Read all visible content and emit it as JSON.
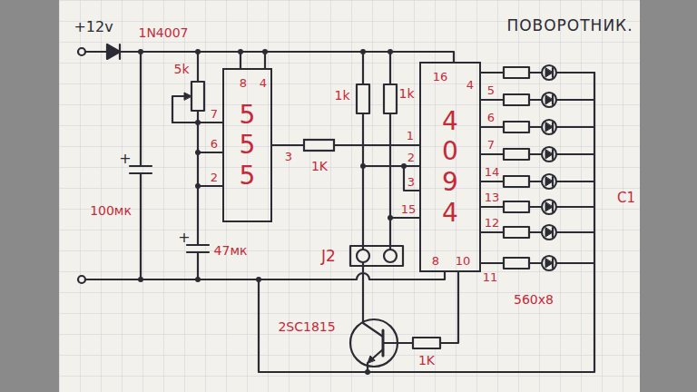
{
  "diagram": {
    "title": "ПОВОРОТНИК.",
    "nodes": [
      {
        "text": [
          "5 5 5"
        ]
      },
      {
        "text": [
          "4 0 9 4"
        ]
      }
    ],
    "edges": [
      {
        "from": 0,
        "to": 1,
        "arrow": "none"
      }
    ],
    "labels": [
      "+12v",
      "1N4007",
      "5k",
      "8",
      "4",
      "1k",
      "1k",
      "16",
      "4",
      "5",
      "7",
      "6",
      "1",
      "+",
      "6",
      "3",
      "1K",
      "2",
      "7",
      "2",
      "3",
      "14",
      "100мк",
      "15",
      "13",
      "C1",
      "12",
      "+",
      "47мк",
      "J2",
      "10",
      "8",
      "11",
      "560x8",
      "2SC1815",
      "1K"
    ]
  }
}
